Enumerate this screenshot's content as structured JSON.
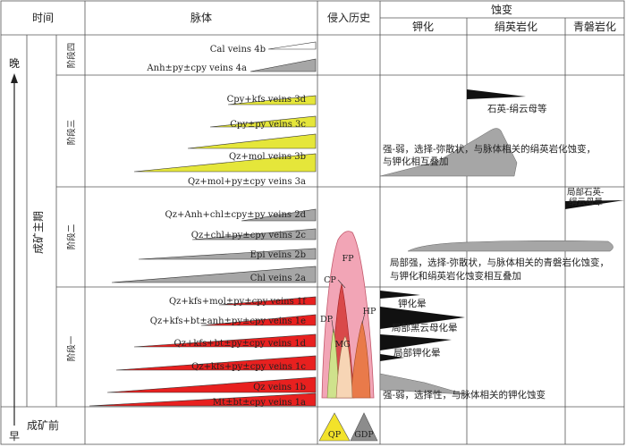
{
  "headers": {
    "time": "时间",
    "vein": "脉体",
    "intrusion": "侵入历史",
    "alteration": "蚀变",
    "potassic": "钾化",
    "phyllic": "绢英岩化",
    "propylitic": "青磐岩化"
  },
  "axis": {
    "late": "晚",
    "early": "早"
  },
  "periods": {
    "main": "成矿主期",
    "pre": "成矿前"
  },
  "stages": {
    "s4": "阶段四",
    "s3": "阶段三",
    "s2": "阶段二",
    "s1": "阶段一"
  },
  "veins": {
    "v4b": "Cal veins 4b",
    "v4a": "Anh±py±cpy veins 4a",
    "v3d": "Cpy+kfs veins 3d",
    "v3c": "Cpy±py veins 3c",
    "v3b": "Qz+mol veins 3b",
    "v3a": "Qz+mol+py±cpy veins 3a",
    "v2d": "Qz+Anh+chl±cpy±py veins 2d",
    "v2c": "Qz+chl+py±cpy veins 2c",
    "v2b": "Epi veins 2b",
    "v2a": "Chl veins 2a",
    "v1f": "Qz+kfs+mol±py±cpy veins 1f",
    "v1e": "Qz+kfs+bt±anh±py±cpy veins 1e",
    "v1d": "Qz+kfs+bt±py±cpy veins 1d",
    "v1c": "Qz+kfs+py±cpy veins 1c",
    "v1b": "Qz veins 1b",
    "v1a": "Mt±bt±cpy veins 1a"
  },
  "intrusions": {
    "fp": "FP",
    "cp": "CP",
    "dp": "DP",
    "hp": "HP",
    "mg": "MG",
    "qp": "QP",
    "gdp": "GDP"
  },
  "notes": {
    "phyllic_top": "石英-绢云母等",
    "phyllic_main_1": "强-弱，选择-弥散状，与脉体相关的绢英岩化蚀变，",
    "phyllic_main_2": "与钾化相互叠加",
    "prop_top_1": "局部石英-",
    "prop_top_2": "绢云母晕",
    "prop_main_1": "局部强，选择-弥散状，与脉体相关的青磐岩化蚀变，",
    "prop_main_2": "与钾化和绢英岩化蚀变相互叠加",
    "k1": "钾化晕",
    "k2": "局部黑云母化晕",
    "k3": "局部钾化晕",
    "k_main": "强-弱，选择性，与脉体相关的钾化蚀变"
  },
  "colors": {
    "red": "#e8201f",
    "yellow": "#e5e63a",
    "gray": "#a6a6a6",
    "black": "#111111",
    "pink": "#f2a5b6",
    "qp": "#f2e22a",
    "gdp": "#8c8c8c"
  }
}
